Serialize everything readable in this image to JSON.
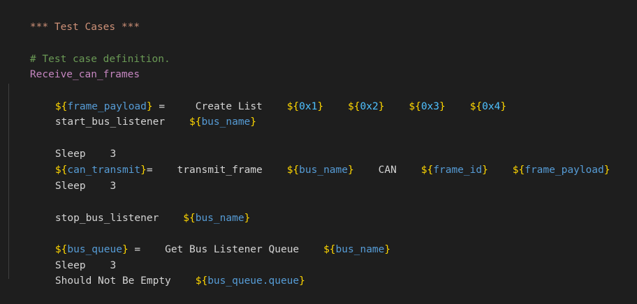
{
  "editor": {
    "section_header": "*** Test Cases ***",
    "comment": "# Test case definition.",
    "test_case_name": "Receive_can_frames",
    "lines": {
      "l1": {
        "var": "frame_payload",
        "op": " =",
        "kw": "Create List",
        "args": [
          "0x1",
          "0x2",
          "0x3",
          "0x4"
        ]
      },
      "l2": {
        "kw": "start_bus_listener",
        "arg": "bus_name"
      },
      "l3": {
        "kw": "Sleep",
        "arg": "3"
      },
      "l4": {
        "var": "can_transmit",
        "op": "=",
        "kw": "transmit_frame",
        "arg1": "bus_name",
        "arg2": "CAN",
        "arg3": "frame_id",
        "arg4": "frame_payload"
      },
      "l5": {
        "kw": "Sleep",
        "arg": "3"
      },
      "l6": {
        "kw": "stop_bus_listener",
        "arg": "bus_name"
      },
      "l7": {
        "var": "bus_queue",
        "op": " =",
        "kw": "Get Bus Listener Queue",
        "arg": "bus_name"
      },
      "l8": {
        "kw": "Sleep",
        "arg": "3"
      },
      "l9": {
        "kw": "Should Not Be Empty",
        "arg": "bus_queue.queue"
      }
    },
    "colors": {
      "background": "#1e1e1e",
      "header": "#ce9178",
      "comment": "#6a9955",
      "test_case": "#c586c0",
      "brace": "#ffd700",
      "variable": "#569cd6",
      "literal_in_braces": "#4fc1ff",
      "text": "#d4d4d4"
    }
  }
}
